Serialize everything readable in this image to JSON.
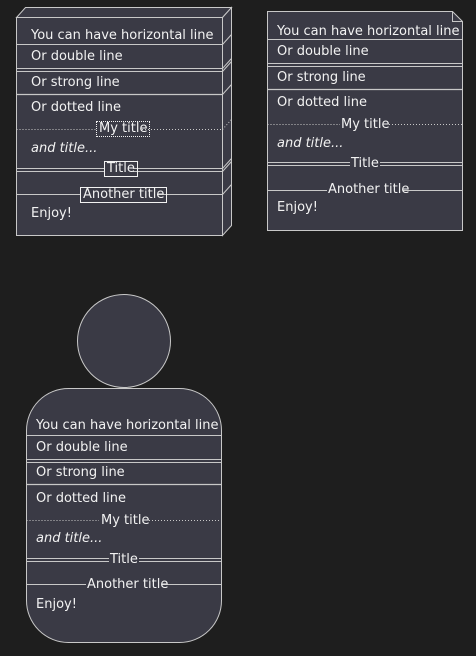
{
  "colors": {
    "background": "#1e1e1e",
    "fill": "#3a3a45",
    "stroke": "#c8c8c8",
    "text": "#f2f2f2"
  },
  "node": {
    "line_horizontal": "You can have horizontal line",
    "line_double": "Or double line",
    "line_strong": "Or strong line",
    "line_dotted": "Or dotted line",
    "title_my": "My title",
    "and_title": "and title...",
    "title_plain": "Title",
    "title_another": "Another title",
    "enjoy": "Enjoy!"
  },
  "file": {
    "line_horizontal": "You can have horizontal line",
    "line_double": "Or double line",
    "line_strong": "Or strong line",
    "line_dotted": "Or dotted line",
    "title_my": "My title",
    "and_title": "and title...",
    "title_plain": "Title",
    "title_another": "Another title",
    "enjoy": "Enjoy!"
  },
  "actor": {
    "line_horizontal": "You can have horizontal line",
    "line_double": "Or double line",
    "line_strong": "Or strong line",
    "line_dotted": "Or dotted line",
    "title_my": "My title",
    "and_title": "and title...",
    "title_plain": "Title",
    "title_another": "Another title",
    "enjoy": "Enjoy!"
  }
}
